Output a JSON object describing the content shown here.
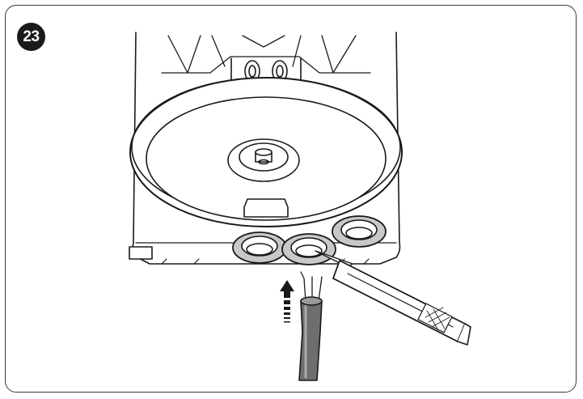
{
  "figure": {
    "step_number": "23",
    "colors": {
      "line": "#1a1a1a",
      "gland_fill": "#c8c8c8",
      "cable_dark": "#3c3c3c",
      "cable_light": "#9a9a9a",
      "background": "#ffffff"
    },
    "parts": [
      "motor-housing",
      "cable-gland",
      "cable-gland",
      "cable-gland",
      "cable",
      "cutter-knife",
      "insertion-arrow"
    ]
  }
}
